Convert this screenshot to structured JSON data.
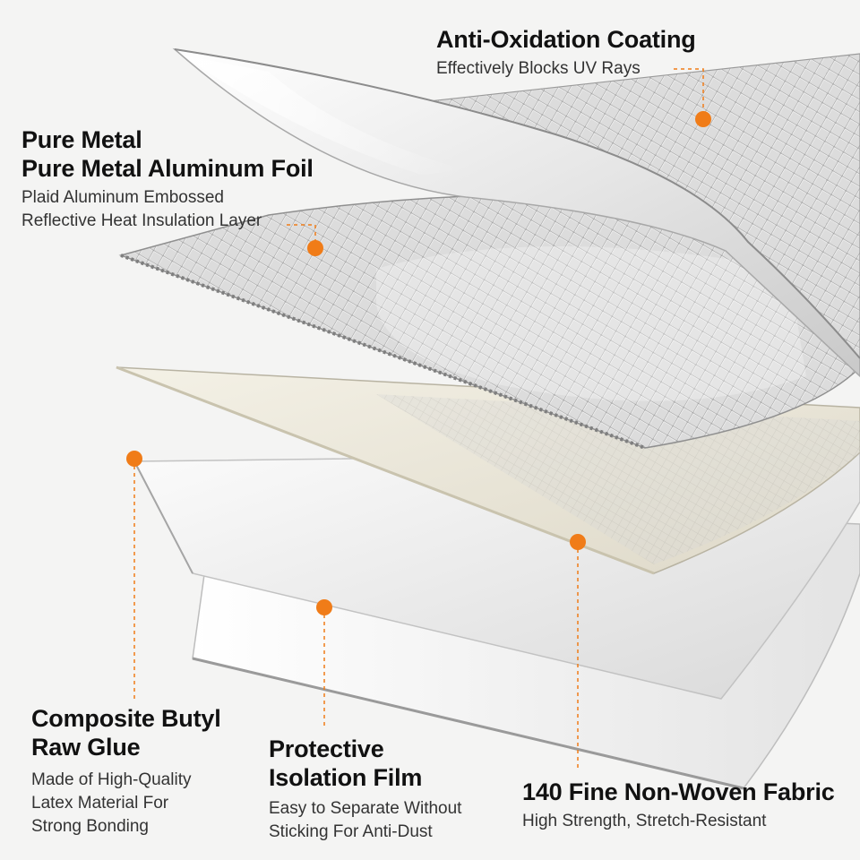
{
  "colors": {
    "accent": "#f07c18",
    "background": "#f4f4f3"
  },
  "callouts": {
    "anti_oxidation": {
      "title": [
        "Anti-Oxidation Coating"
      ],
      "desc": [
        "Effectively Blocks UV Rays"
      ]
    },
    "aluminum_foil": {
      "title": [
        "Pure Metal",
        "Pure Metal Aluminum Foil"
      ],
      "desc": [
        "Plaid Aluminum Embossed",
        "Reflective Heat Insulation Layer"
      ]
    },
    "butyl_glue": {
      "title": [
        "Composite Butyl",
        "Raw Glue"
      ],
      "desc": [
        "Made of High-Quality",
        "Latex Material For",
        "Strong Bonding"
      ]
    },
    "isolation_film": {
      "title": [
        "Protective",
        "Isolation Film"
      ],
      "desc": [
        "Easy to Separate Without",
        "Sticking For Anti-Dust"
      ]
    },
    "non_woven": {
      "title": [
        "140 Fine Non-Woven Fabric"
      ],
      "desc": [
        "High Strength, Stretch-Resistant"
      ]
    }
  }
}
